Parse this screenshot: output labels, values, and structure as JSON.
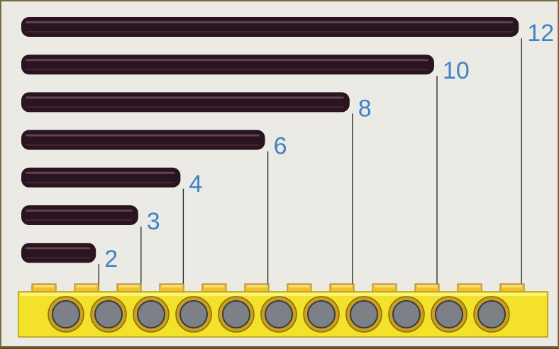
{
  "diagram": {
    "colors": {
      "background": "#ebeae4",
      "axle": "#2a1420",
      "axle_highlight": "#8a6a78",
      "label": "#3f83c6",
      "beam": "#f4e22a",
      "beam_stud": "#f0c030",
      "hole_ring": "#c8a020",
      "hole_inner": "#7e8088"
    },
    "axles": [
      {
        "length": 12,
        "label": "12"
      },
      {
        "length": 10,
        "label": "10"
      },
      {
        "length": 8,
        "label": "8"
      },
      {
        "length": 6,
        "label": "6"
      },
      {
        "length": 4,
        "label": "4"
      },
      {
        "length": 3,
        "label": "3"
      },
      {
        "length": 2,
        "label": "2"
      }
    ],
    "beam": {
      "holes": 11,
      "studs": 12
    }
  }
}
